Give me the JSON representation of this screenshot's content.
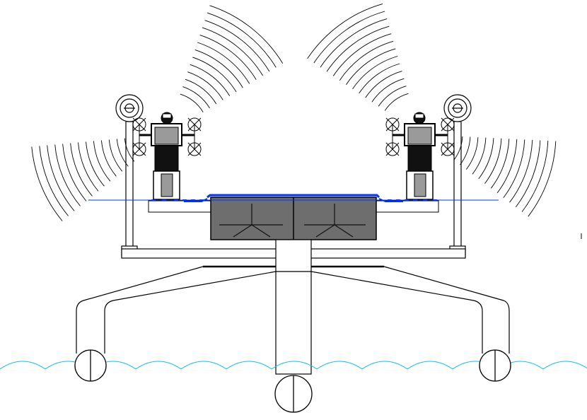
{
  "colors": {
    "background": "#ffffff",
    "line": "#000000",
    "deck_fill": "#6e6e6e",
    "waterline": "#0033ff",
    "sea_wave": "#00bfff",
    "machine_dark": "#111111",
    "machine_gray": "#9a9a9a"
  },
  "parts": [
    "rotor-arcs-left",
    "rotor-arcs-right",
    "sensor-mast-left",
    "sensor-mast-right",
    "drone-left",
    "drone-right",
    "robot-left",
    "robot-right",
    "deck-box",
    "waterline",
    "frame-crossbar",
    "central-column",
    "pontoon-legs",
    "sea-surface",
    "floats"
  ]
}
